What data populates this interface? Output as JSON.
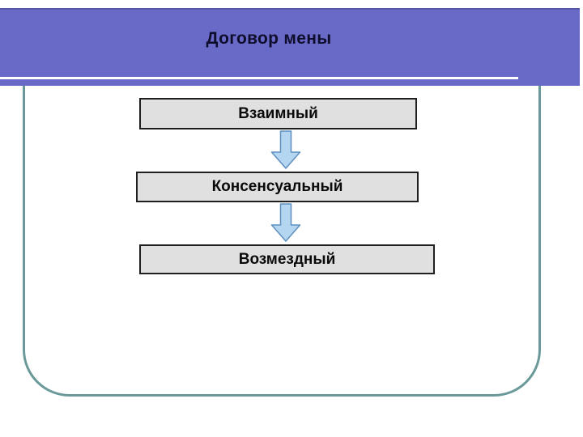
{
  "slide": {
    "title": "Договор мены",
    "flowchart": {
      "nodes": [
        {
          "label": "Взаимный"
        },
        {
          "label": "Консенсуальный"
        },
        {
          "label": "Возмездный"
        }
      ],
      "connectors": [
        {
          "icon": "arrow-down-icon",
          "from": "Взаимный",
          "to": "Консенсуальный"
        },
        {
          "icon": "arrow-down-icon",
          "from": "Консенсуальный",
          "to": "Возмездный"
        }
      ]
    },
    "colors": {
      "background": "#FFFFFF",
      "header_purple": "#6969C8",
      "header_top_edge": "#5757AE",
      "divider_line": "#FFFFFF",
      "title_text": "#0E0E2C",
      "box_fill": "#E0E0E0",
      "box_border": "#1F1F1F",
      "box_text": "#0A0A0A",
      "arrow_fill": "#B5D6F0",
      "arrow_border": "#5F8FC0",
      "frame_border": "#6B9898"
    }
  }
}
